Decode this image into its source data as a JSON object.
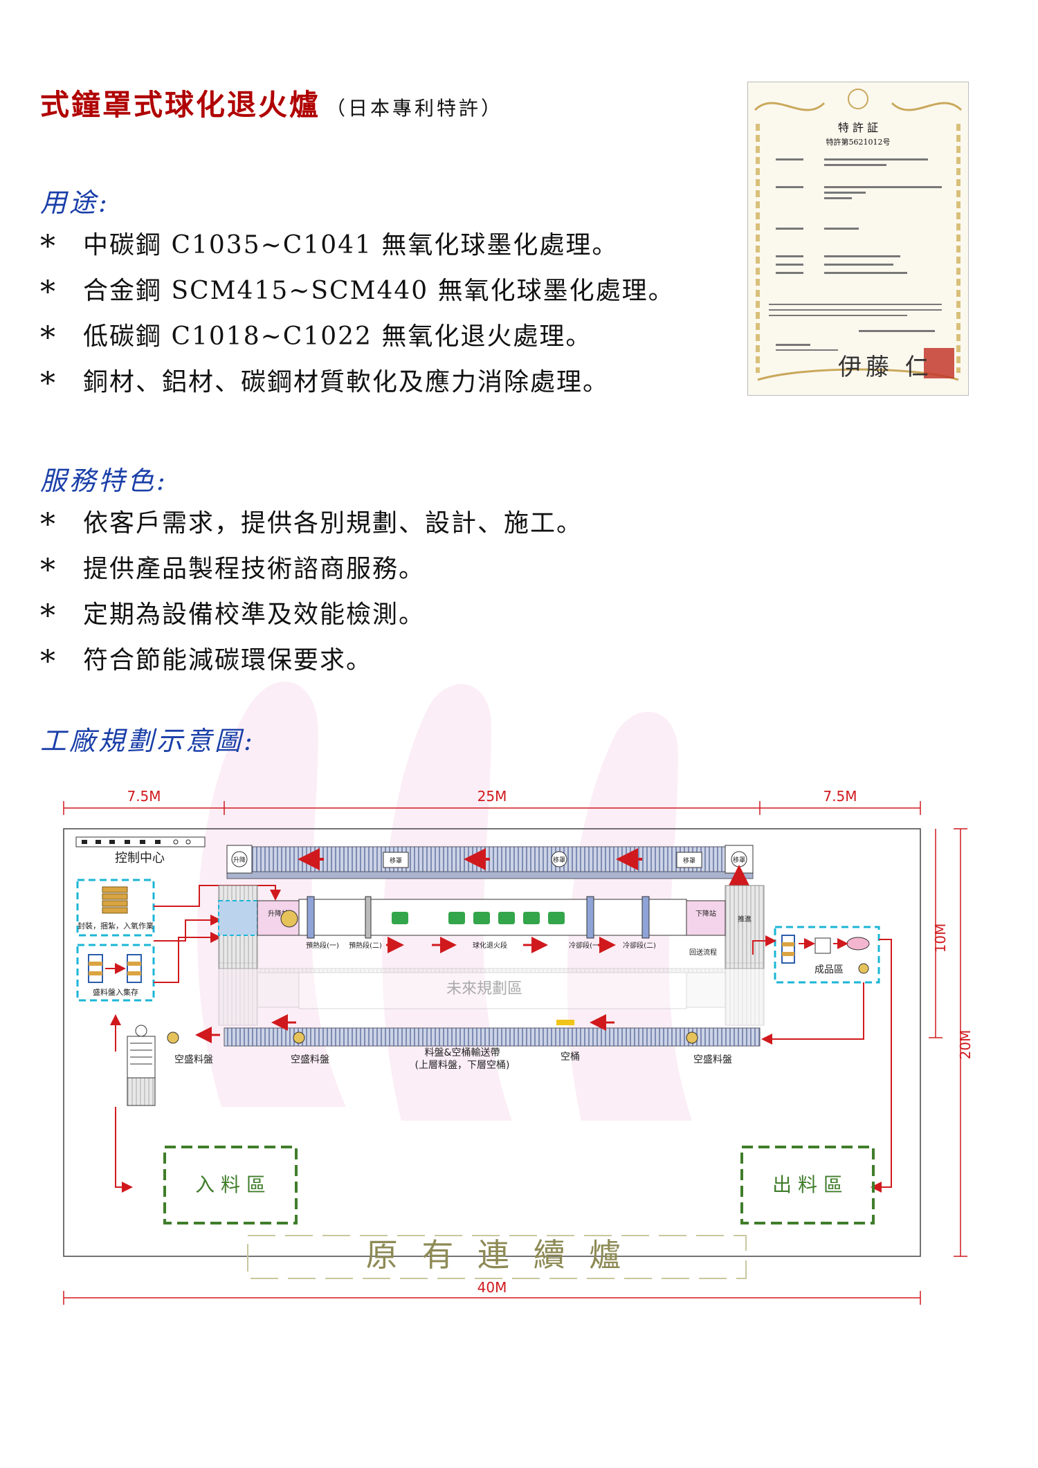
{
  "header": {
    "title": "式鐘罩式球化退火爐",
    "subtitle": "（日本專利特許）"
  },
  "usage": {
    "heading": "用途:",
    "items": [
      "中碳鋼 C1035~C1041 無氧化球墨化處理。",
      "合金鋼 SCM415~SCM440 無氧化球墨化處理。",
      "低碳鋼 C1018~C1022 無氧化退火處理。",
      "銅材、鋁材、碳鋼材質軟化及應力消除處理。"
    ]
  },
  "service": {
    "heading": "服務特色:",
    "items": [
      "依客戶需求，提供各別規劃、設計、施工。",
      "提供產品製程技術諮商服務。",
      "定期為設備校準及效能檢測。",
      "符合節能減碳環保要求。"
    ]
  },
  "plan_section": {
    "heading": "工廠規劃示意圖:"
  },
  "certificate": {
    "title": "特 許 証",
    "number": "特許第5621012号",
    "signature": "伊藤 仁"
  },
  "plan": {
    "dim_left": "7.5M",
    "dim_mid": "25M",
    "dim_right": "7.5M",
    "dim_bottom": "40M",
    "dim_v_small": "10M",
    "dim_v_large": "20M",
    "control_center": "控制中心",
    "strap_label": "封裝，捆紮，入氧作業",
    "stack_label": "盛料盤入集存",
    "product_area": "成品區",
    "future_area": "未來規劃區",
    "conveyor_label": "料盤&空桶輸送帶",
    "conveyor_sub": "(上層料盤，下層空桶)",
    "empty_tray": "空盛料盤",
    "empty_bucket": "空桶",
    "inlet_area": "入 料 區",
    "outlet_area": "出 料 區",
    "existing_furnace": "原 有 連 續 爐",
    "top_labels": [
      "升降",
      "移罩",
      "移罩",
      "移罩",
      "移罩"
    ],
    "stage_labels": [
      "預熱段(一)",
      "預熱段(二)",
      "球化退火段",
      "冷卻段(一)",
      "冷卻段(二)"
    ],
    "load_station": "升降站",
    "unload_station": "下降站",
    "push_label": "推進",
    "return_label": "回送流程"
  },
  "colors": {
    "title": "#b00000",
    "heading": "#1a3fa8",
    "dimension": "#d0191d",
    "dashed_cyan": "#1ab6d6",
    "dashed_green": "#3f7d2a",
    "existing_furnace": "#8d8a55",
    "arrow": "#d0191d"
  }
}
